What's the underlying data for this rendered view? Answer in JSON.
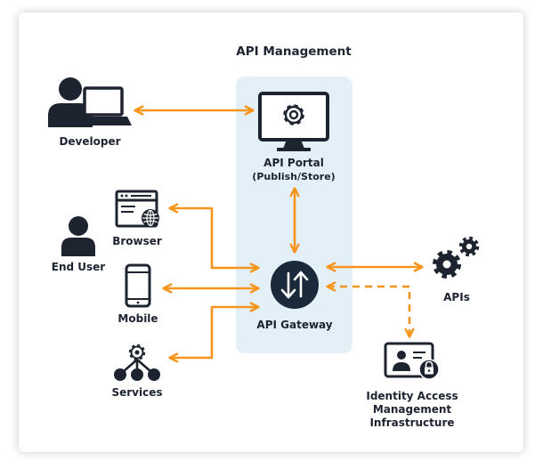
{
  "title": "API Management",
  "nodes": {
    "developer": "Developer",
    "end_user": "End User",
    "browser": "Browser",
    "mobile": "Mobile",
    "services": "Services",
    "api_portal": "API Portal",
    "api_portal_sub": "(Publish/Store)",
    "api_gateway": "API Gateway",
    "apis": "APIs",
    "iam_line1": "Identity Access",
    "iam_line2": "Management",
    "iam_line3": "Infrastructure"
  },
  "colors": {
    "arrow": "#f7941d",
    "panel": "#e3f0f8",
    "icon": "#1d2430",
    "gateway_circle": "#1b2a3b"
  }
}
